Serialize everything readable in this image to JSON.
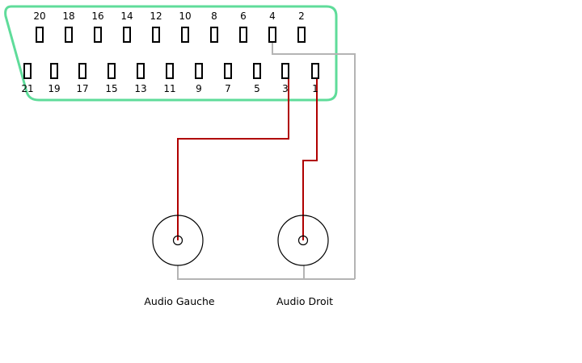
{
  "connector": {
    "top_row_pins": [
      "20",
      "18",
      "16",
      "14",
      "12",
      "10",
      "8",
      "6",
      "4",
      "2"
    ],
    "bottom_row_pins": [
      "21",
      "19",
      "17",
      "15",
      "13",
      "11",
      "9",
      "7",
      "5",
      "3",
      "1"
    ]
  },
  "jacks": {
    "left_label": "Audio Gauche",
    "right_label": "Audio Droit"
  },
  "colors": {
    "connector_outline": "#5fdc9a",
    "signal_wire": "#b00000",
    "ground_wire": "#b4b4b4",
    "pin": "#000000"
  }
}
